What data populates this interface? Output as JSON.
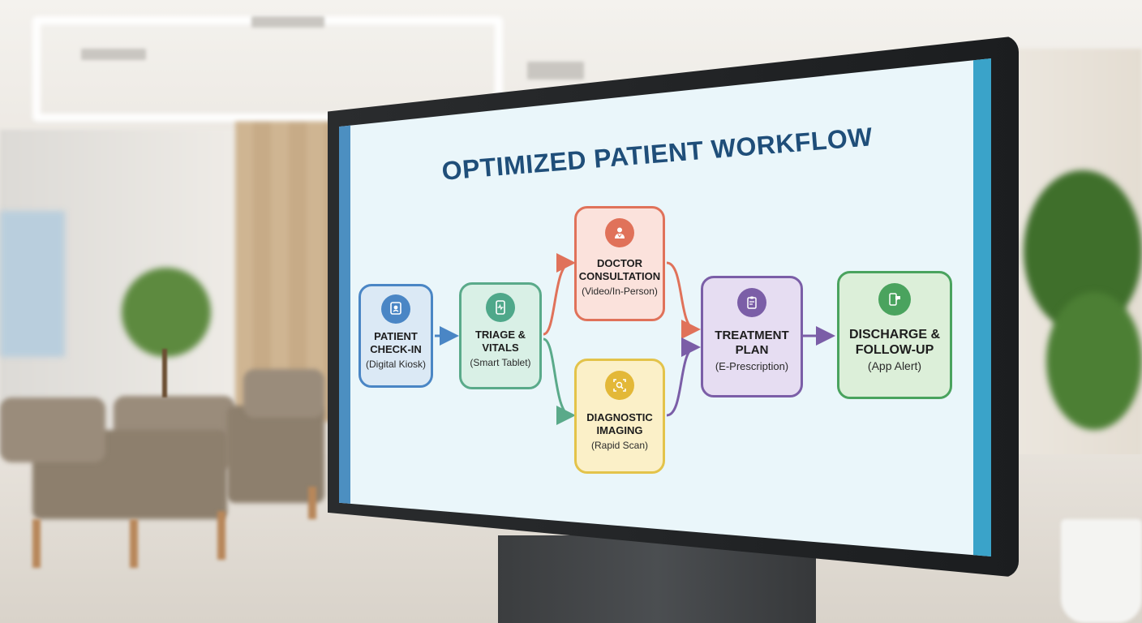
{
  "title": "OPTIMIZED PATIENT WORKFLOW",
  "colors": {
    "title": "#1f4e79",
    "blue": "#4a86c5",
    "green": "#5aaa8a",
    "red": "#e0725a",
    "yellow": "#e3c34a",
    "purple": "#7b5ea7",
    "green2": "#4aa35e"
  },
  "steps": [
    {
      "name_line1": "PATIENT",
      "name_line2": "CHECK-IN",
      "sub": "(Digital Kiosk)",
      "icon": "kiosk-icon"
    },
    {
      "name_line1": "TRIAGE &",
      "name_line2": "VITALS",
      "sub": "(Smart Tablet)",
      "icon": "tablet-icon"
    },
    {
      "name_line1": "DOCTOR",
      "name_line2": "CONSULTATION",
      "sub": "(Video/In-Person)",
      "icon": "doctor-icon"
    },
    {
      "name_line1": "DIAGNOSTIC",
      "name_line2": "IMAGING",
      "sub": "(Rapid Scan)",
      "icon": "scan-icon"
    },
    {
      "name_line1": "TREATMENT",
      "name_line2": "PLAN",
      "sub": "(E-Prescription)",
      "icon": "clipboard-icon"
    },
    {
      "name_line1": "DISCHARGE &",
      "name_line2": "FOLLOW-UP",
      "sub": "(App Alert)",
      "icon": "phone-chat-icon"
    }
  ]
}
